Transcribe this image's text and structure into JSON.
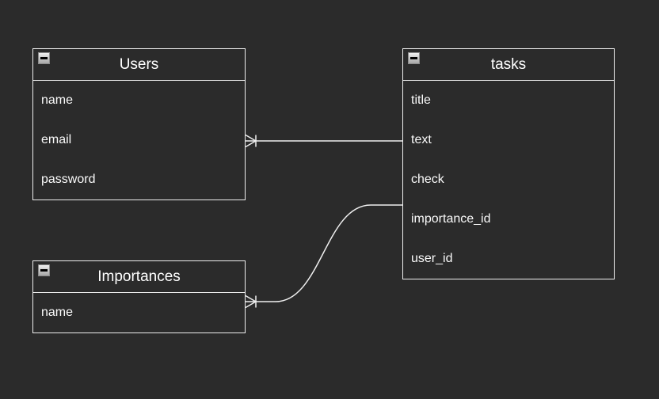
{
  "diagram": {
    "tool": "er-diagram-canvas",
    "colors": {
      "background": "#2b2b2b",
      "stroke": "#efefef",
      "text": "#ffffff",
      "collapse_button_face": "#c4c4c4",
      "collapse_button_border": "#8a8a8a",
      "collapse_glyph": "#000000"
    },
    "tables": [
      {
        "title": "Users",
        "collapse_icon": "minus-icon",
        "fields": [
          "name",
          "email",
          "password"
        ]
      },
      {
        "title": "tasks",
        "collapse_icon": "minus-icon",
        "fields": [
          "title",
          "text",
          "check",
          "importance_id",
          "user_id"
        ]
      },
      {
        "title": "Importances",
        "collapse_icon": "minus-icon",
        "fields": [
          "name"
        ]
      }
    ],
    "relationships": [
      {
        "from_table": "Users",
        "to_table": "tasks",
        "from_marker": "crows-foot-with-tick",
        "to_marker": "none",
        "shape": "straight"
      },
      {
        "from_table": "Importances",
        "to_table": "tasks",
        "from_marker": "crows-foot-with-tick",
        "to_marker": "none",
        "shape": "s-curve"
      }
    ]
  }
}
